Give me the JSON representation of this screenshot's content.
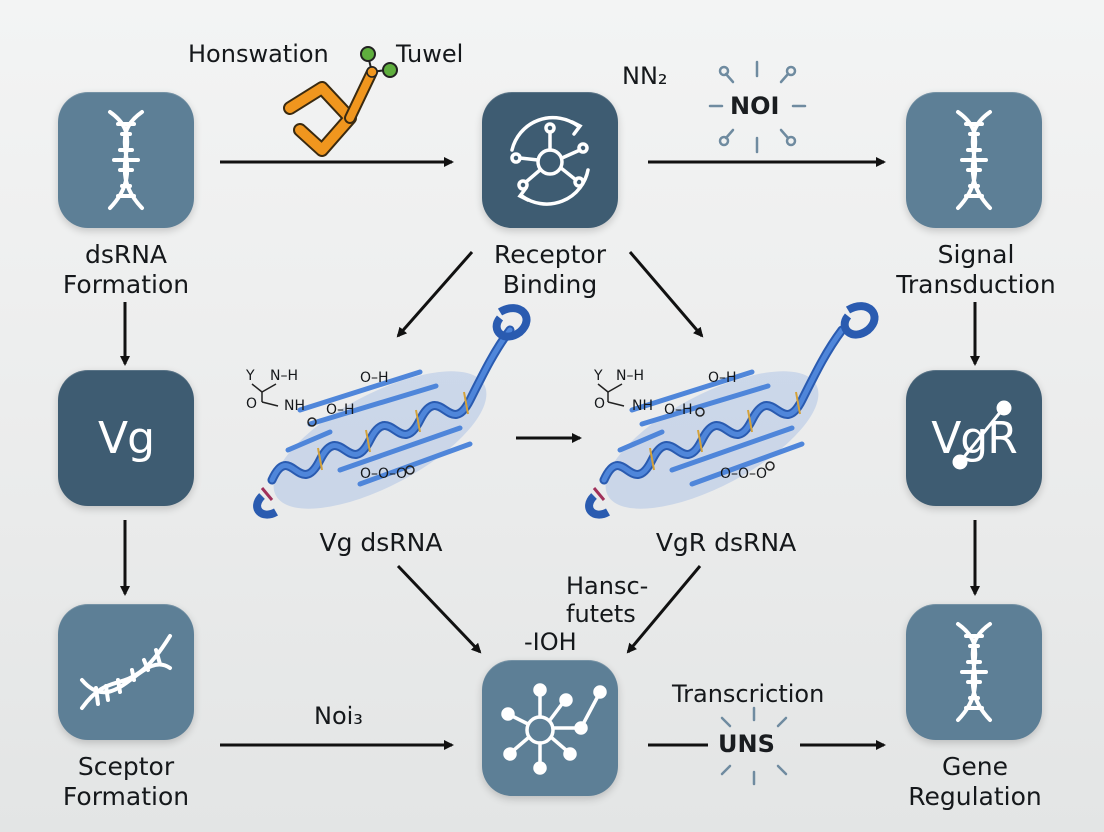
{
  "nodes": {
    "dsrna_formation": {
      "line1": "dsRNA",
      "line2": "Formation"
    },
    "receptor_binding": {
      "line1": "Receptor",
      "line2": "Binding"
    },
    "signal_transduction": {
      "line1": "Signal",
      "line2": "Transduction"
    },
    "vg": {
      "text": "Vg"
    },
    "vgr": {
      "text": "VgR"
    },
    "sceptor_formation": {
      "line1": "Sceptor",
      "line2": "Formation"
    },
    "gene_regulation": {
      "line1": "Gene",
      "line2": "Regulation"
    },
    "vg_dsrna": {
      "label": "Vg dsRNA"
    },
    "vgr_dsrna": {
      "label": "VgR dsRNA"
    }
  },
  "annotations": {
    "honswation": "Honswation",
    "tuwel": "Tuwel",
    "nn2": "NN₂",
    "noi_badge": "NOI",
    "hansc_line1": "Hansc-",
    "hansc_line2": "futets",
    "hoi": "-IOH",
    "noi3": "Noi̇₃",
    "transcription": "Transcriction",
    "uns_badge": "UNS"
  },
  "structure_labels": {
    "y": "Y",
    "n_h": "N–H",
    "o": "O",
    "nh": "NH",
    "oh1": "O–H",
    "oh2": "O–H",
    "ono": "O–O–O"
  },
  "colors": {
    "card_light": "#5d7f96",
    "card_dark": "#3e5c72",
    "protein_blue": "#3a6fc4",
    "accent_orange": "#f0961e",
    "accent_green": "#5fae3e",
    "arrow": "#111111"
  }
}
